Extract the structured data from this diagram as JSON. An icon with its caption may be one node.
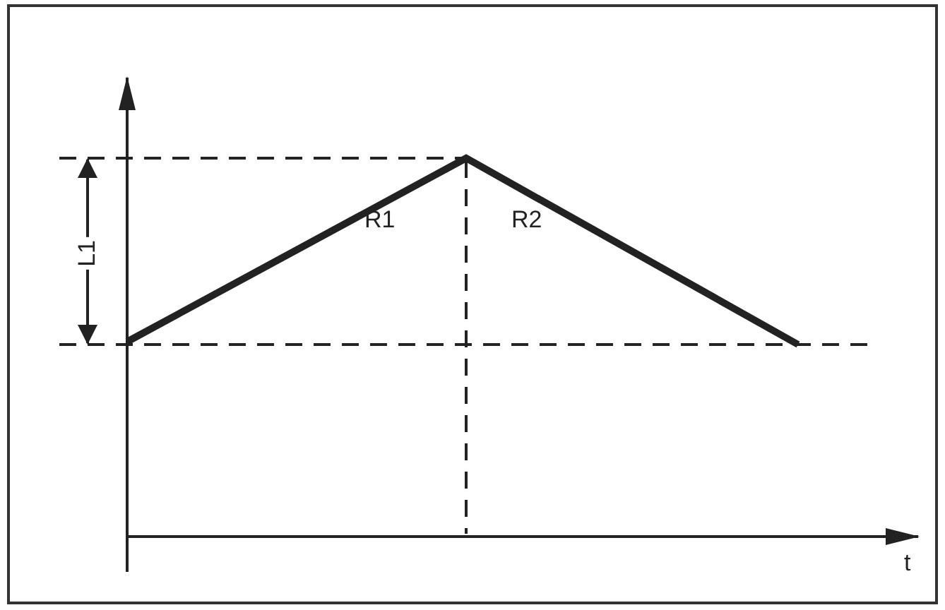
{
  "diagram": {
    "labels": [
      "L1",
      "R1",
      "R2",
      "t"
    ]
  }
}
